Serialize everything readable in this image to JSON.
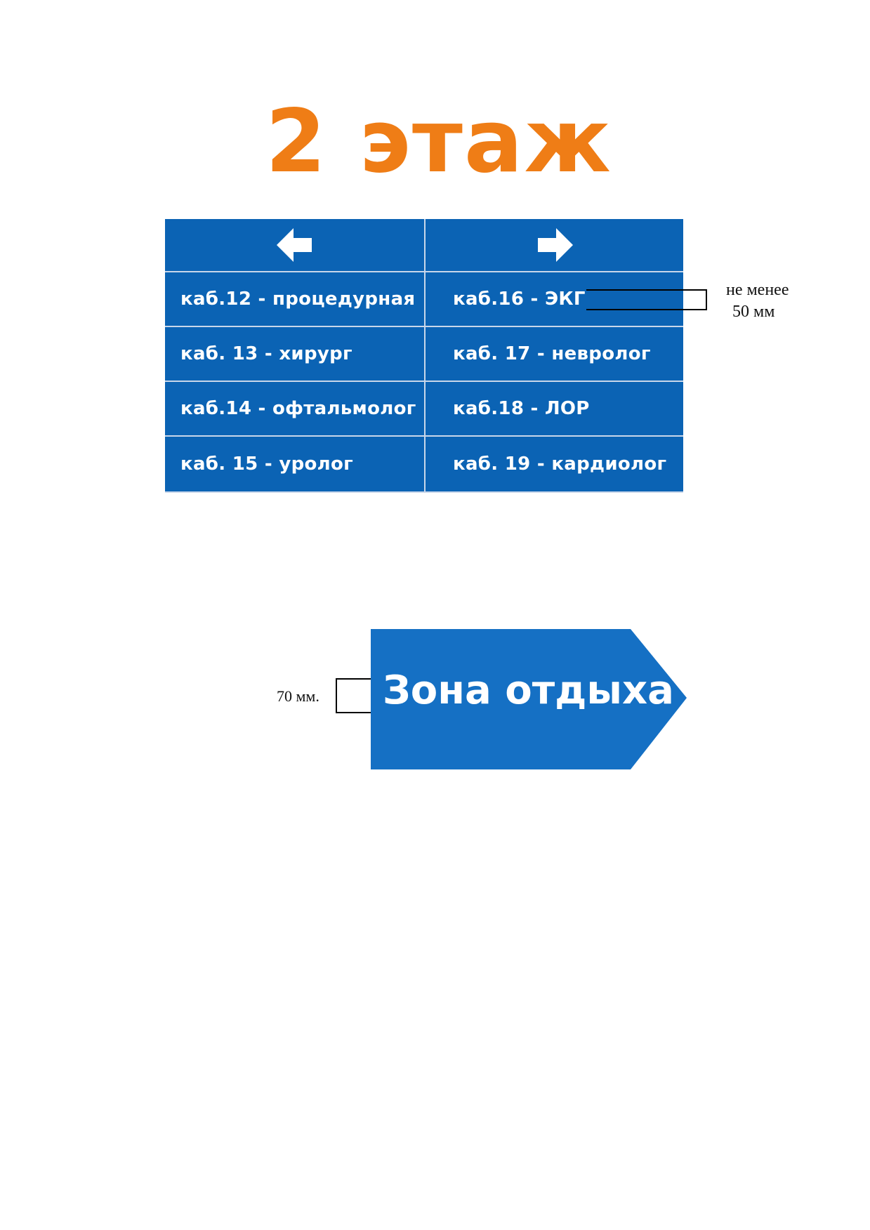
{
  "floor_title": "2 этаж",
  "directory": {
    "left_arrow_icon": "arrow-left-icon",
    "right_arrow_icon": "arrow-right-icon",
    "left_rooms": [
      "каб.12 - процедурная",
      "каб. 13 - хирург",
      "каб.14 - офтальмолог",
      "каб. 15 - уролог"
    ],
    "right_rooms": [
      "каб.16 - ЭКГ",
      "каб. 17 - невролог",
      "каб.18 - ЛОР",
      "каб. 19 - кардиолог"
    ]
  },
  "annotations": {
    "min_height_line1": "не менее",
    "min_height_line2": "50 мм",
    "zone_height": "70 мм."
  },
  "zone_sign": {
    "label": "Зона отдыха"
  },
  "colors": {
    "title_orange": "#ef7d16",
    "sign_blue": "#0b63b4",
    "zone_blue": "#1570c4"
  }
}
